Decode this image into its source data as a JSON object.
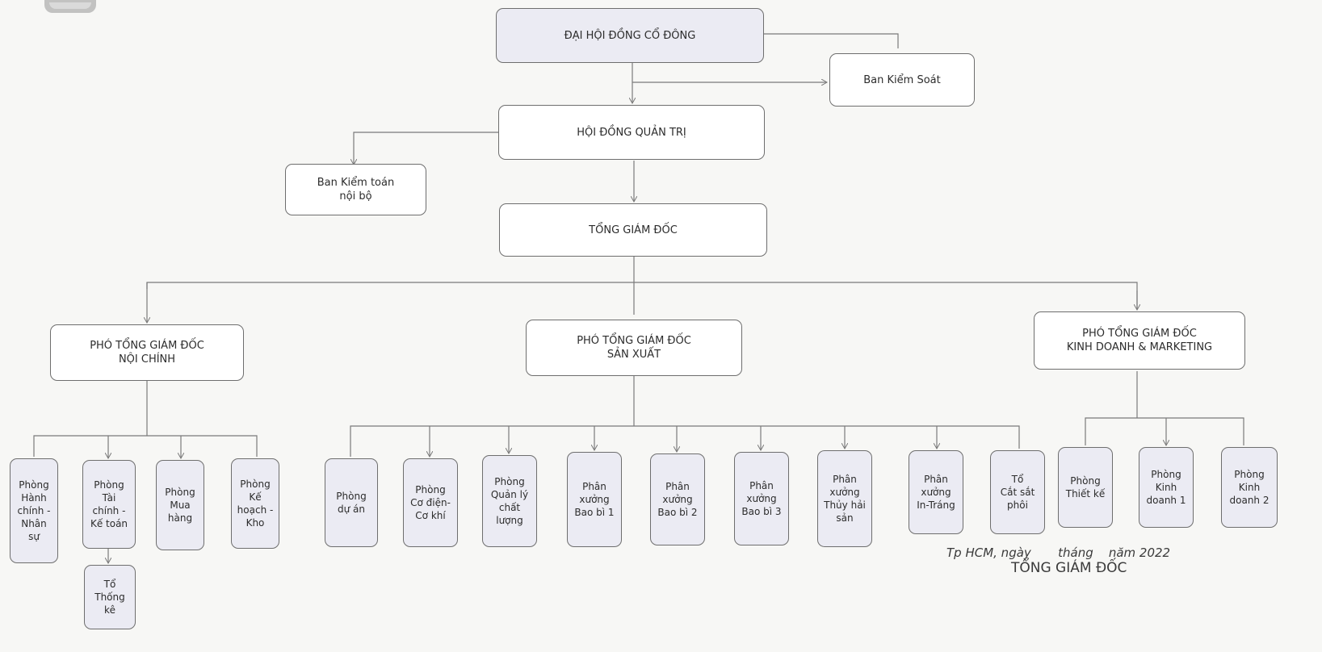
{
  "org": {
    "agm": "ĐẠI HỘI ĐỒNG CỔ ĐÔNG",
    "supervisory": "Ban Kiểm Soát",
    "board": "HỘI ĐỒNG QUẢN TRỊ",
    "internal_audit": "Ban Kiểm toán\nnội bộ",
    "ceo": "TỔNG GIÁM ĐỐC",
    "deputies": [
      "PHÓ TỔNG GIÁM ĐỐC\nNỘI CHÍNH",
      "PHÓ TỔNG GIÁM ĐỐC\nSẢN XUẤT",
      "PHÓ TỔNG GIÁM ĐỐC\nKINH DOANH & MARKETING"
    ],
    "depts_admin": [
      "Phòng\nHành\nchính -\nNhân\nsự",
      "Phòng\nTài\nchính -\nKế toán",
      "Phòng\nMua\nhàng",
      "Phòng\nKế\nhoạch -\nKho"
    ],
    "stats_team": "Tổ\nThống\nkê",
    "depts_production": [
      "Phòng\ndự án",
      "Phòng\nCơ điện-\nCơ khí",
      "Phòng\nQuản lý\nchất\nlượng",
      "Phân\nxưởng\nBao bì 1",
      "Phân\nxưởng\nBao bì 2",
      "Phân\nxưởng\nBao bì 3",
      "Phân\nxưởng\nThủy hải\nsản",
      "Phân\nxưởng\nIn-Tráng",
      "Tổ\nCắt sắt\nphôi"
    ],
    "depts_sales": [
      "Phòng\nThiết kế",
      "Phòng\nKinh\ndoanh 1",
      "Phòng\nKinh\ndoanh 2"
    ]
  },
  "signature": {
    "date_line": "Tp HCM, ngày       tháng    năm 2022",
    "title": "TỔNG GIÁM ĐỐC"
  },
  "colors": {
    "line": "#7a7a7a",
    "shade": "#ebebf3",
    "border": "#6e6e6e"
  }
}
